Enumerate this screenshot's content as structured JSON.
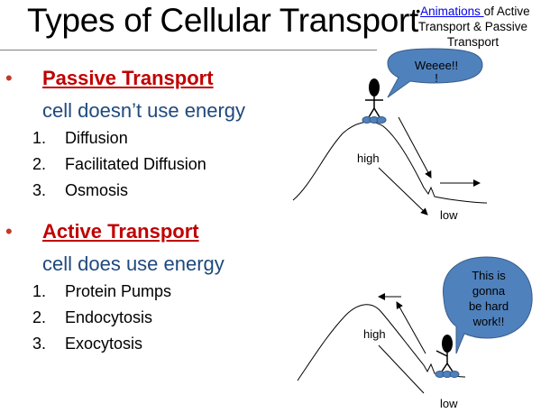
{
  "title": "Types of Cellular Transport",
  "note": {
    "bullet": "•",
    "link_text": "Animations ",
    "text_line1": "of Active",
    "text_line2": "Transport & Passive",
    "text_line3": "Transport"
  },
  "passive": {
    "bullet": "•",
    "heading": "Passive Transport",
    "subtitle": "cell doesn’t use energy",
    "items": [
      {
        "num": "1.",
        "label": "Diffusion"
      },
      {
        "num": "2.",
        "label": "Facilitated Diffusion"
      },
      {
        "num": "3.",
        "label": "Osmosis"
      }
    ]
  },
  "active": {
    "bullet": "•",
    "heading": "Active Transport",
    "subtitle": "cell does use energy",
    "items": [
      {
        "num": "1.",
        "label": "Protein Pumps"
      },
      {
        "num": "2.",
        "label": "Endocytosis"
      },
      {
        "num": "3.",
        "label": "Exocytosis"
      }
    ]
  },
  "diagram_top": {
    "bubble_line1": "Weeee!!",
    "bubble_line2": "!",
    "high_label": "high",
    "low_label": "low"
  },
  "diagram_bottom": {
    "bubble_line1": "This is",
    "bubble_line2": "gonna",
    "bubble_line3": "be hard",
    "bubble_line4": "work!!",
    "high_label": "high",
    "low_label": "low"
  },
  "colors": {
    "heading_red": "#c00000",
    "subtitle_blue": "#1f497d",
    "bubble_fill": "#4f81bd",
    "bubble_stroke": "#385d8a",
    "link_blue": "#0000ee",
    "feet_fill": "#4f81bd"
  }
}
